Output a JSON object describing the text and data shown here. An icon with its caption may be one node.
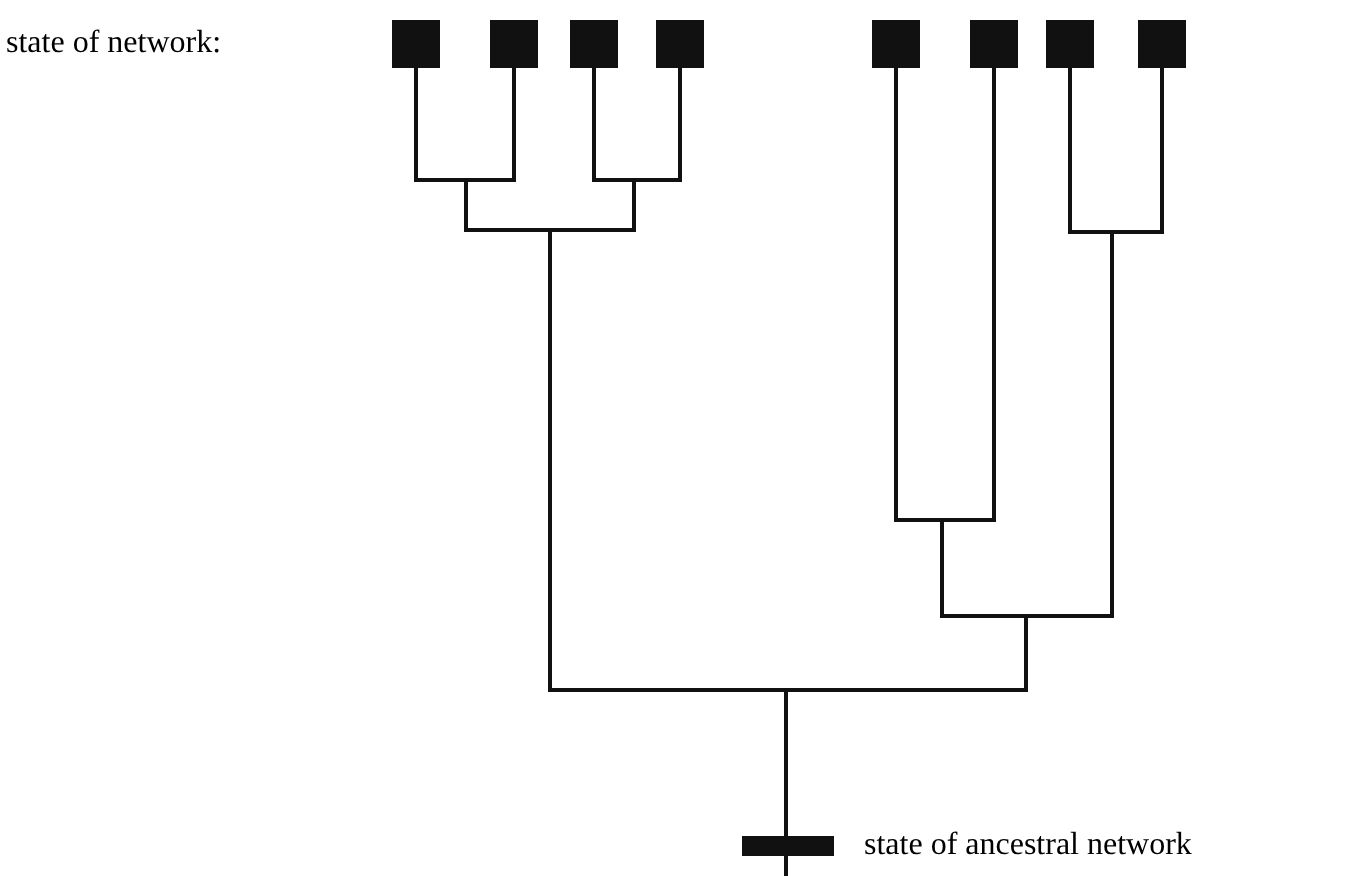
{
  "diagram": {
    "nodes": [
      {
        "text": [],
        "shape": "box"
      },
      {
        "text": [],
        "shape": "box"
      },
      {
        "text": [],
        "shape": "box"
      },
      {
        "text": [],
        "shape": "box"
      },
      {
        "text": [],
        "shape": "box"
      },
      {
        "text": [],
        "shape": "box"
      },
      {
        "text": [],
        "shape": "box"
      },
      {
        "text": [],
        "shape": "box"
      },
      {
        "text": [],
        "shape": "bar",
        "beside": [
          "state of ancestral network"
        ]
      }
    ],
    "edges": [
      {
        "from": 8,
        "to": 0,
        "arrow": "none"
      },
      {
        "from": 8,
        "to": 1,
        "arrow": "none"
      },
      {
        "from": 8,
        "to": 2,
        "arrow": "none"
      },
      {
        "from": 8,
        "to": 3,
        "arrow": "none"
      },
      {
        "from": 8,
        "to": 4,
        "arrow": "none"
      },
      {
        "from": 8,
        "to": 5,
        "arrow": "none"
      },
      {
        "from": 8,
        "to": 6,
        "arrow": "none"
      },
      {
        "from": 8,
        "to": 7,
        "arrow": "none"
      }
    ],
    "labels": [
      "state of network:"
    ]
  }
}
